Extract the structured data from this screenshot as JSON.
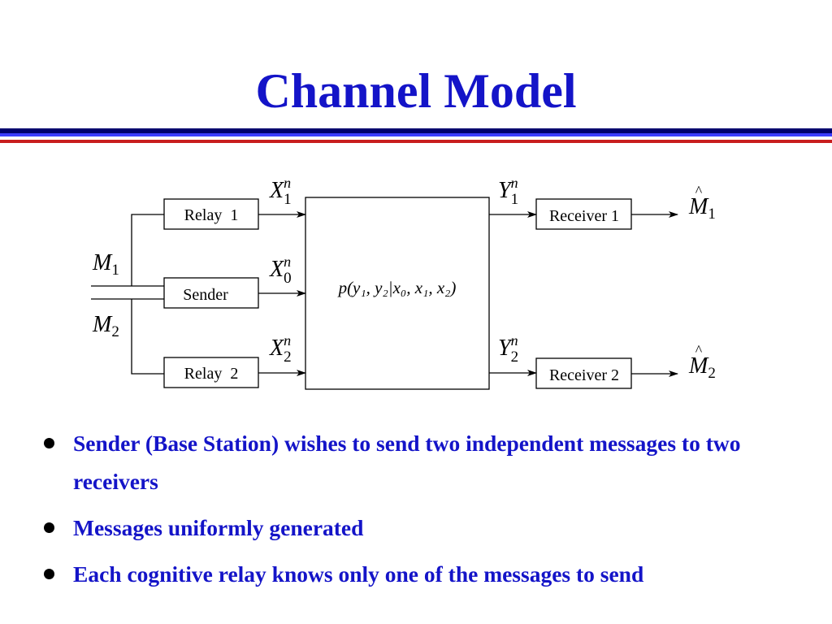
{
  "slide": {
    "title": "Channel Model",
    "colors": {
      "title": "#1414c8",
      "rule_top": "#00006e",
      "rule_middle": "#3c3cff",
      "rule_bottom": "#c81e1e"
    }
  },
  "diagram": {
    "blocks": {
      "relay1": "Relay  1",
      "sender": "Sender",
      "relay2": "Relay  2",
      "channel": "p(y₁, y₂|x₀, x₁, x₂)",
      "receiver1": "Receiver 1",
      "receiver2": "Receiver 2"
    },
    "signals": {
      "m1": {
        "base": "M",
        "sub": "1"
      },
      "m2": {
        "base": "M",
        "sub": "2"
      },
      "x1": {
        "base": "X",
        "sub": "1",
        "sup": "n"
      },
      "x0": {
        "base": "X",
        "sub": "0",
        "sup": "n"
      },
      "x2": {
        "base": "X",
        "sub": "2",
        "sup": "n"
      },
      "y1": {
        "base": "Y",
        "sub": "1",
        "sup": "n"
      },
      "y2": {
        "base": "Y",
        "sub": "2",
        "sup": "n"
      },
      "mhat1": {
        "base": "M",
        "accent": "^",
        "sub": "1"
      },
      "mhat2": {
        "base": "M",
        "accent": "^",
        "sub": "2"
      }
    }
  },
  "bullets": [
    "Sender (Base Station) wishes to send two independent messages to two receivers",
    "Messages uniformly generated",
    "Each cognitive relay knows only one of the messages to send"
  ]
}
